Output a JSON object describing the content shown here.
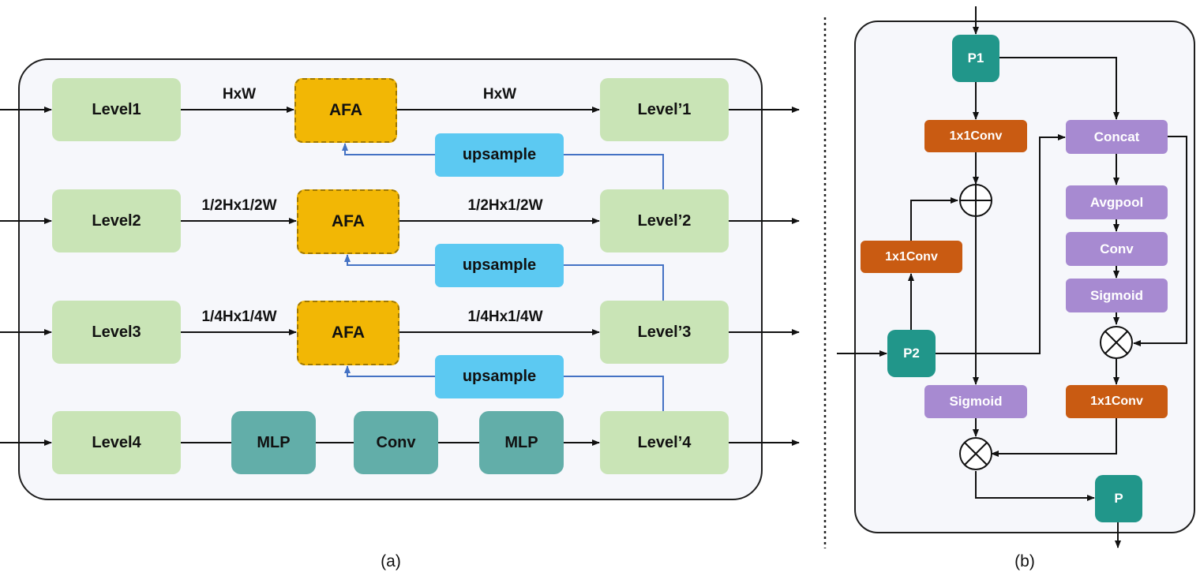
{
  "panel_a": {
    "levels": [
      "Level1",
      "Level2",
      "Level3",
      "Level4"
    ],
    "levels_out": [
      "Level’1",
      "Level’2",
      "Level’3",
      "Level’4"
    ],
    "afa": "AFA",
    "upsample": "upsample",
    "mlp": "MLP",
    "conv": "Conv",
    "size_in": [
      "HxW",
      "1/2Hx1/2W",
      "1/4Hx1/4W"
    ],
    "size_out": [
      "HxW",
      "1/2Hx1/2W",
      "1/4Hx1/4W"
    ],
    "caption": "(a)"
  },
  "panel_b": {
    "p1": "P1",
    "p2": "P2",
    "p": "P",
    "conv1x1": "1x1Conv",
    "concat": "Concat",
    "avgpool": "Avgpool",
    "conv": "Conv",
    "sigmoid": "Sigmoid",
    "caption": "(b)"
  },
  "colors": {
    "level": "#c9e4b6",
    "afa": "#f2b705",
    "upsample": "#5cc9f2",
    "mlp": "#62aea9",
    "teal": "#21968a",
    "orange": "#c95b12",
    "purple": "#a78ad1",
    "blue_line": "#4472c4"
  }
}
